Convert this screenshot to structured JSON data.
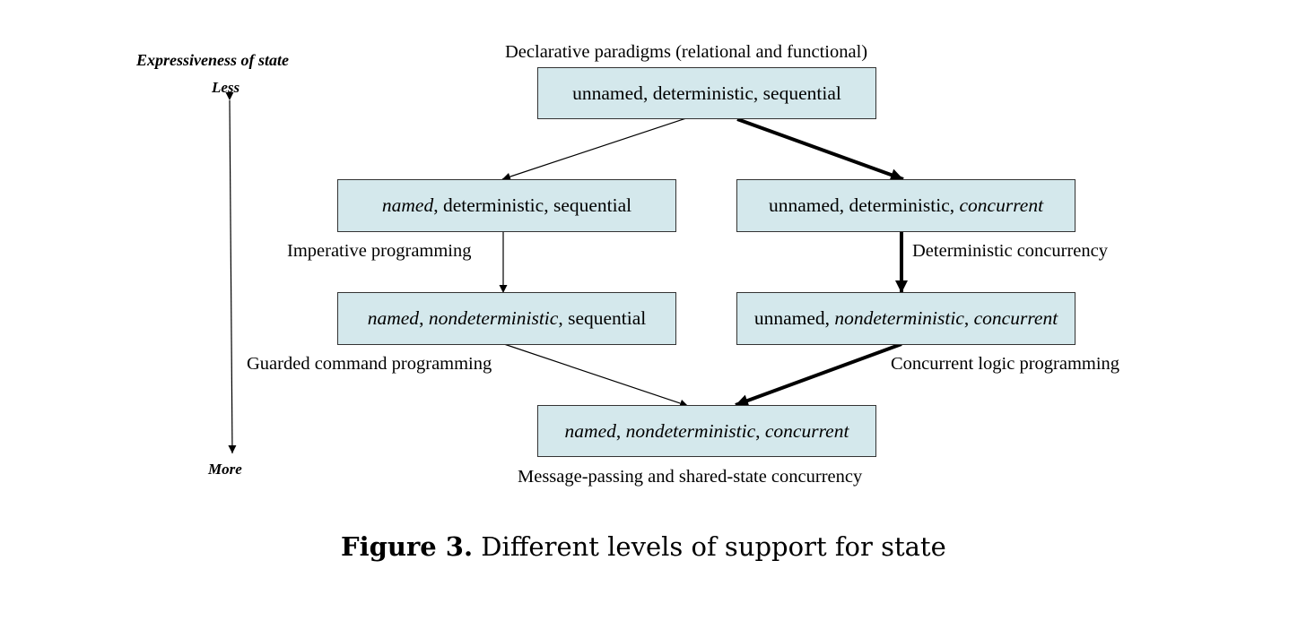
{
  "axis": {
    "title": "Expressiveness of state",
    "top_label": "Less",
    "bottom_label": "More"
  },
  "labels": {
    "declarative": "Declarative paradigms (relational and functional)",
    "imperative": "Imperative programming",
    "deterministic_concurrency": "Deterministic concurrency",
    "guarded_command": "Guarded command programming",
    "concurrent_logic": "Concurrent logic programming",
    "message_passing": "Message-passing and shared-state concurrency"
  },
  "nodes": {
    "top": {
      "parts": [
        {
          "text": "unnamed",
          "italic": false
        },
        {
          "text": ", deterministic, sequential",
          "italic": false
        }
      ]
    },
    "named_det_seq": {
      "parts": [
        {
          "text": "named",
          "italic": true
        },
        {
          "text": ", deterministic, sequential",
          "italic": false
        }
      ]
    },
    "unnamed_det_conc": {
      "parts": [
        {
          "text": "unnamed, deterministic, ",
          "italic": false
        },
        {
          "text": "concurrent",
          "italic": true
        }
      ]
    },
    "named_nondet_seq": {
      "parts": [
        {
          "text": "named",
          "italic": true
        },
        {
          "text": ", ",
          "italic": false
        },
        {
          "text": "nondeterministic",
          "italic": true
        },
        {
          "text": ", sequential",
          "italic": false
        }
      ]
    },
    "unnamed_nondet_conc": {
      "parts": [
        {
          "text": "unnamed, ",
          "italic": false
        },
        {
          "text": "nondeterministic",
          "italic": true
        },
        {
          "text": ", ",
          "italic": false
        },
        {
          "text": "concurrent",
          "italic": true
        }
      ]
    },
    "bottom": {
      "parts": [
        {
          "text": "named",
          "italic": true
        },
        {
          "text": ", ",
          "italic": false
        },
        {
          "text": "nondeterministic",
          "italic": true
        },
        {
          "text": ", ",
          "italic": false
        },
        {
          "text": "concurrent",
          "italic": true
        }
      ]
    }
  },
  "caption": {
    "number": "Figure 3.",
    "text": "Different levels of support for state"
  },
  "colors": {
    "node_fill": "#d4e8ec",
    "node_border": "#333333",
    "line": "#000000"
  }
}
